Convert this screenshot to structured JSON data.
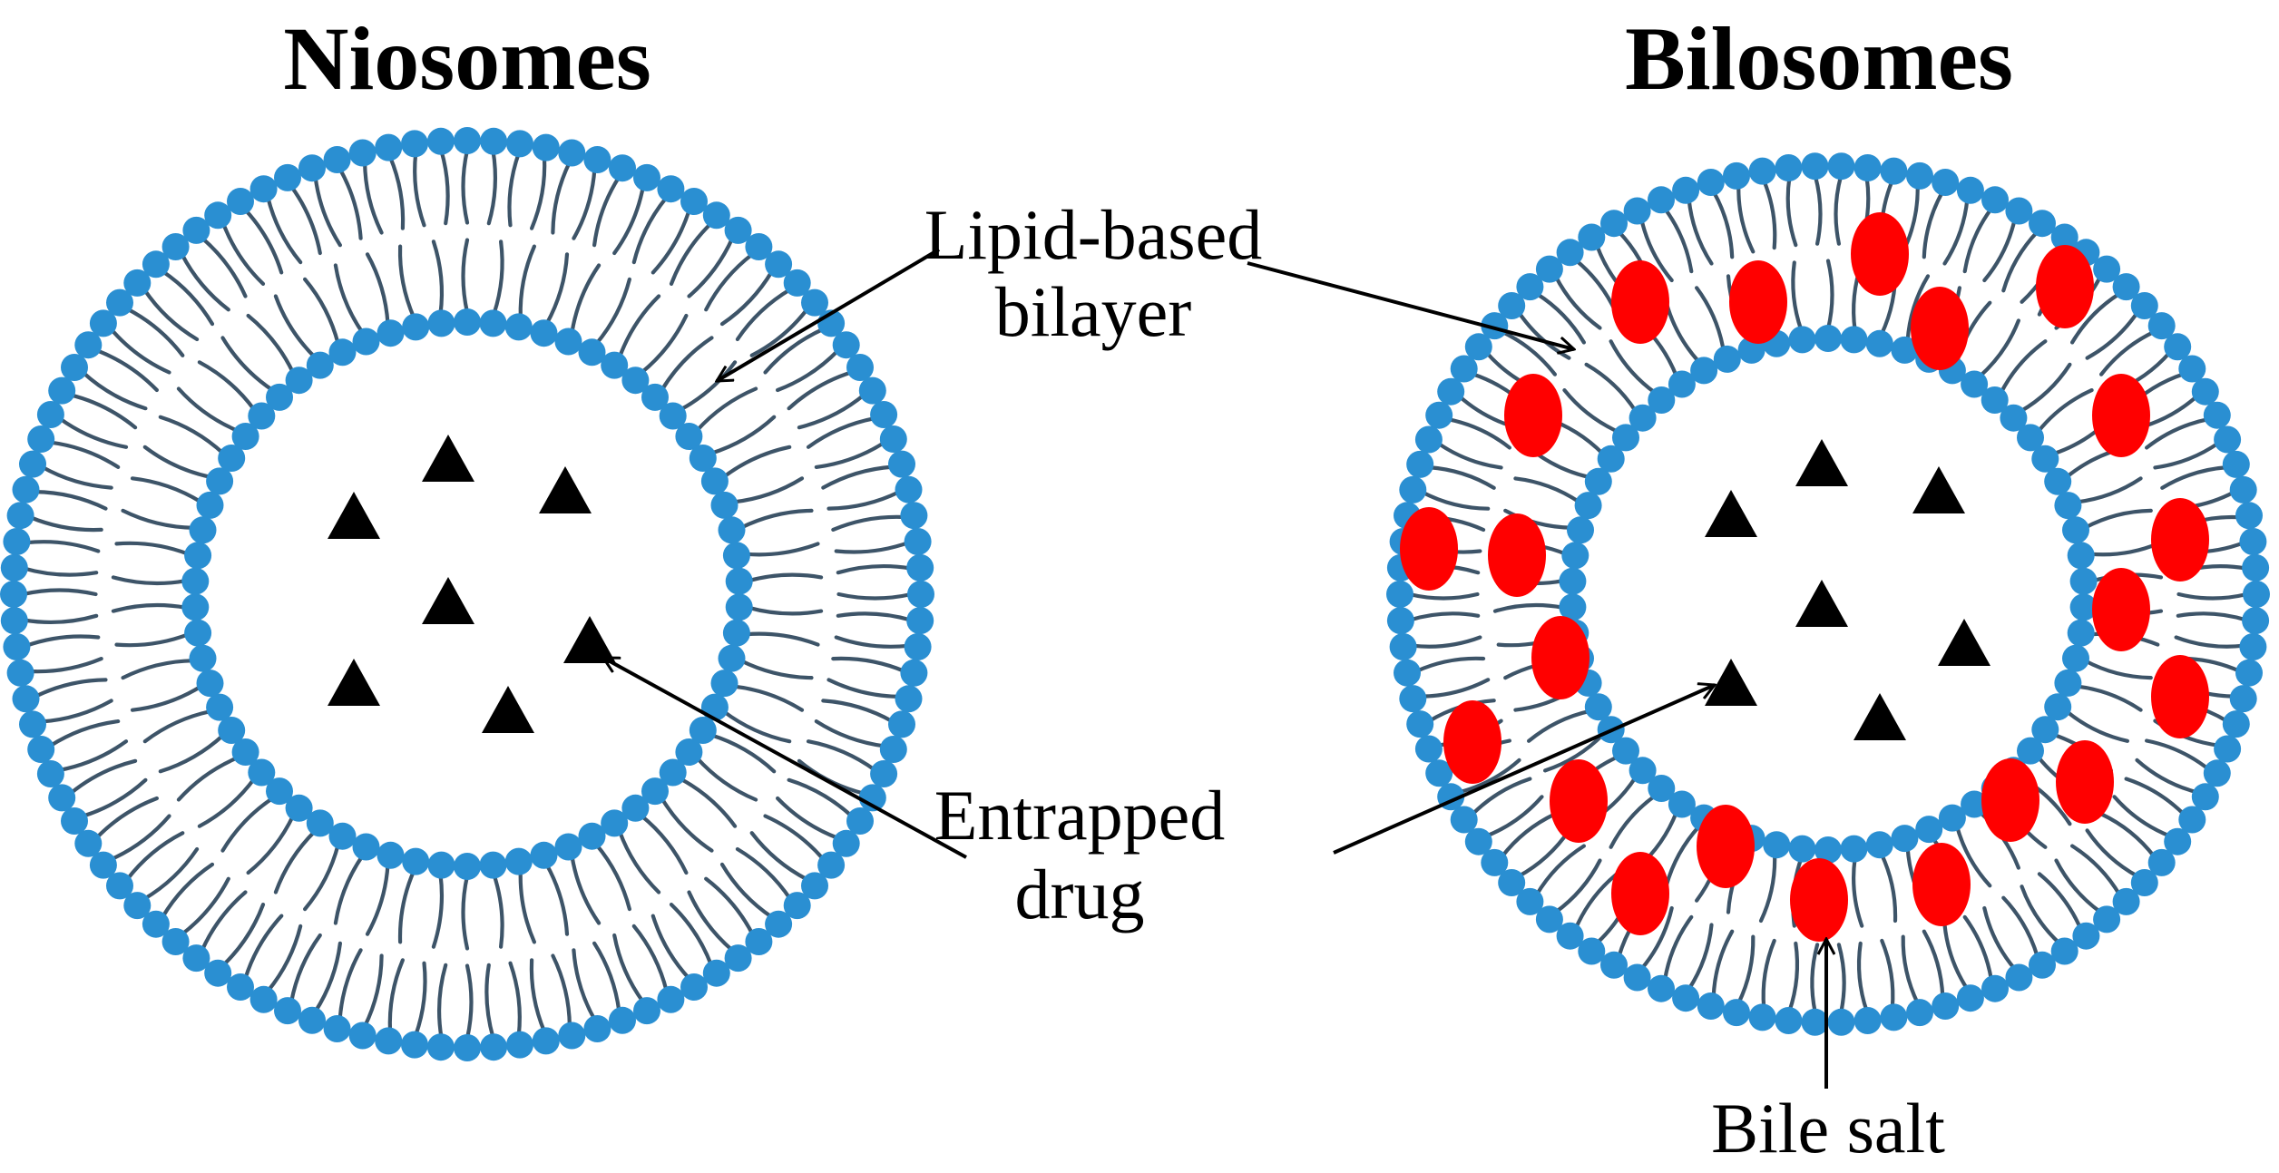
{
  "titles": {
    "left": "Niosomes",
    "right": "Bilosomes"
  },
  "labels": {
    "lipid_line1": "Lipid-based",
    "lipid_line2": "bilayer",
    "drug_line1": "Entrapped",
    "drug_line2": "drug",
    "bile_salt": "Bile salt"
  },
  "colors": {
    "lipid_head": "#2a8fd2",
    "lipid_tail": "#3d5468",
    "bile_salt": "#ff0000",
    "drug": "#000000",
    "arrow": "#000000"
  }
}
